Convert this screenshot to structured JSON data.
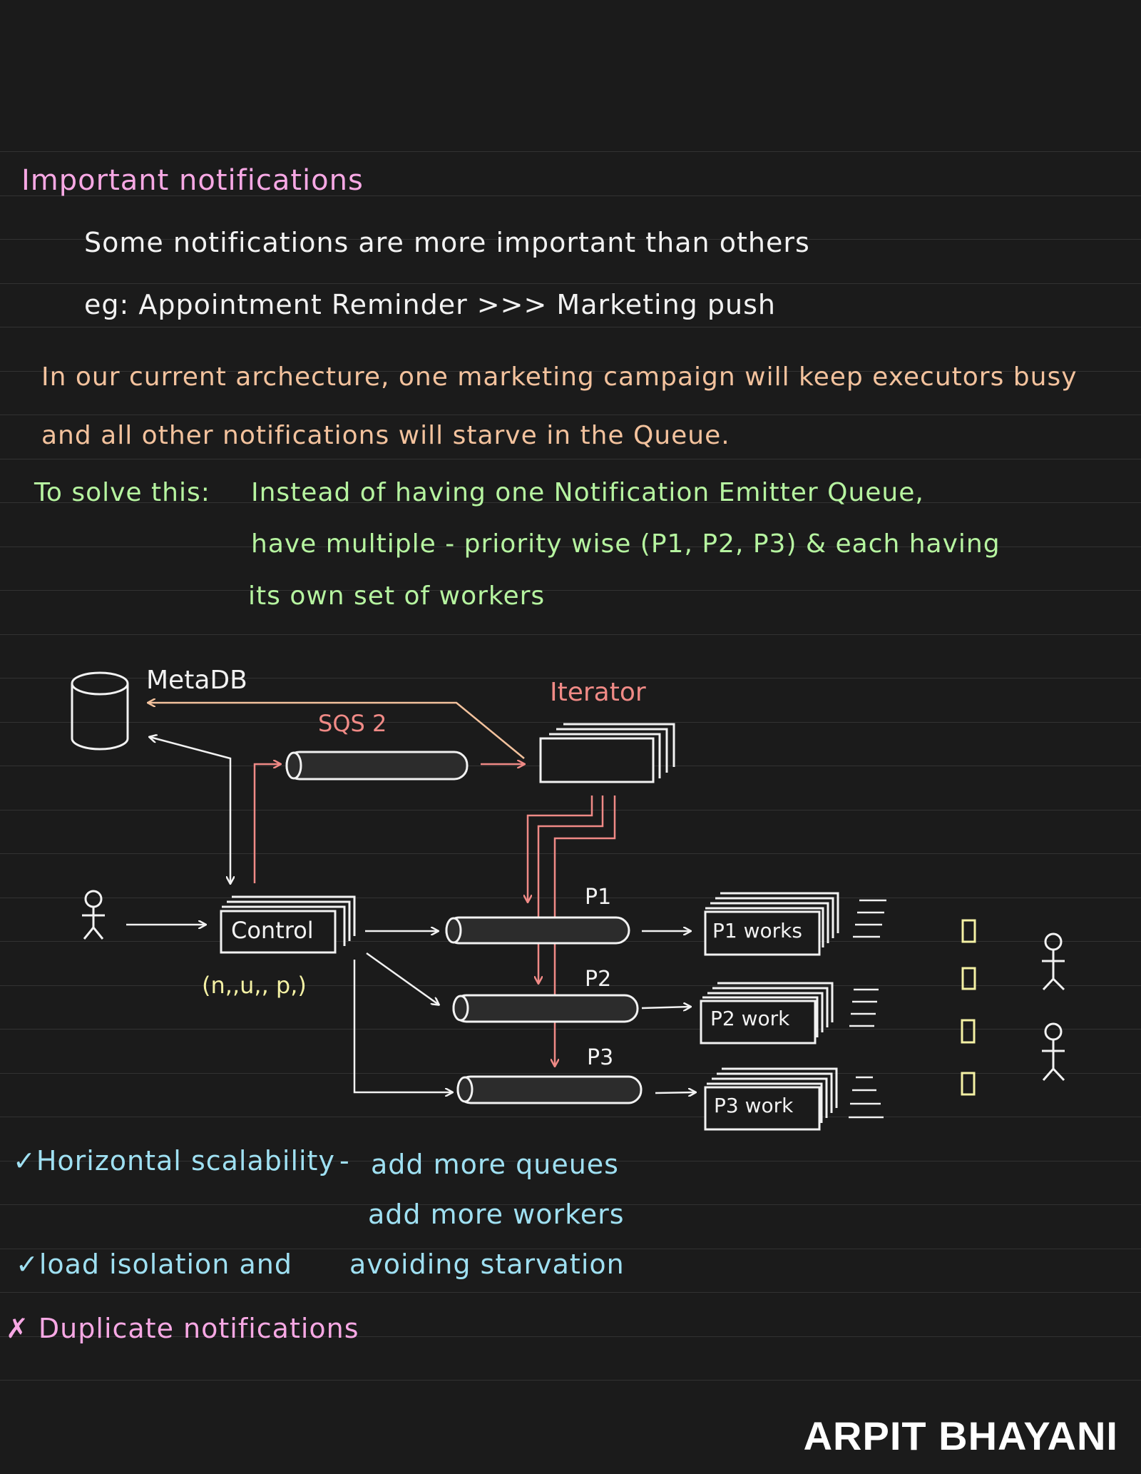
{
  "heading": "Important notifications",
  "intro_line1": "Some notifications are more important than others",
  "intro_line2": "eg:  Appointment Reminder >>> Marketing push",
  "problem_line1": "In our current archecture, one marketing campaign will keep executors busy",
  "problem_line2": "and all other notifications will starve in the Queue.",
  "solve_label": "To solve this:",
  "solve_line1": "Instead of having one Notification Emitter Queue,",
  "solve_line2": "have multiple - priority wise (P1, P2, P3) & each having",
  "solve_line3": "its own set of workers",
  "diagram": {
    "metadb": "MetaDB",
    "sqs2": "SQS 2",
    "iterator": "Iterator",
    "control": "Control",
    "tuple": "(n,,u,, p,)",
    "p1": "P1",
    "p2": "P2",
    "p3": "P3",
    "p1_workers": "P1 works",
    "p2_workers": "P2 work",
    "p3_workers": "P3 work"
  },
  "pros_con": {
    "pro1_a": "✓Horizontal scalability",
    "pro1_dash": "-",
    "pro1_b": "add more queues",
    "pro1_c": "add more workers",
    "pro2_a": "✓load isolation and",
    "pro2_b": "avoiding starvation",
    "con1": "✗ Duplicate notifications"
  },
  "brand": "ARPIT BHAYANI",
  "colors": {
    "background": "#1b1b1b",
    "heading": "#f7a8e4",
    "problem": "#f3c29d",
    "solution": "#b6f4a0",
    "iterator_flow": "#f08a86",
    "tuple": "#f4f1a4",
    "pros": "#9fe0f2",
    "con": "#f7a8e4"
  }
}
